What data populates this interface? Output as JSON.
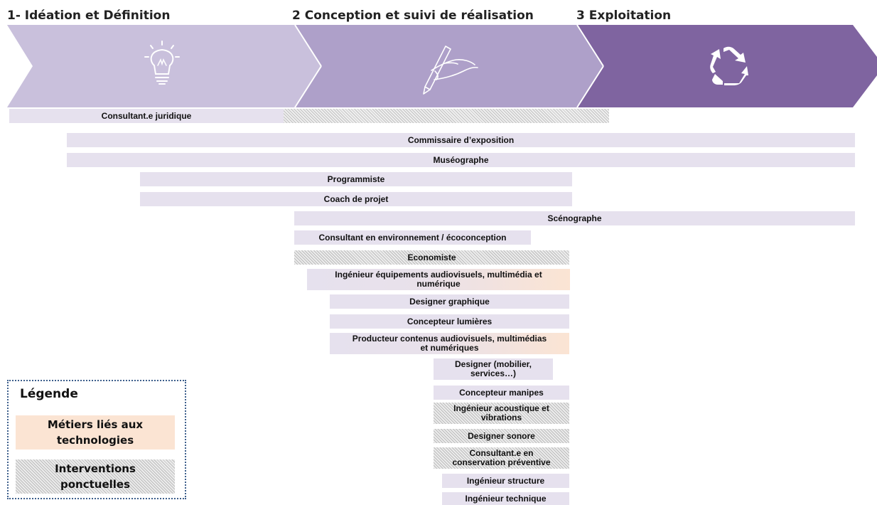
{
  "phases": [
    {
      "label": "1- Idéation et Définition",
      "icon": "lightbulb-icon",
      "color": "#c9c0dc"
    },
    {
      "label": "2 Conception et suivi de réalisation",
      "icon": "pen-hand-icon",
      "color": "#aea0c9"
    },
    {
      "label": "3 Exploitation",
      "icon": "recycle-icon",
      "color": "#7f64a0"
    }
  ],
  "roles": {
    "juridique": {
      "solid": "Consultant.e juridique"
    },
    "commissaire": "Commissaire d’exposition",
    "museographe": "Muséographe",
    "programmiste": "Programmiste",
    "coach": "Coach de projet",
    "scenographe": "Scénographe",
    "environnement": "Consultant en environnement / écoconception",
    "economiste": "Economiste",
    "audiovisuel": {
      "line1": "Ingénieur équipements audiovisuels, multimédia et",
      "line2": "numérique"
    },
    "graphique": "Designer graphique",
    "lumieres": "Concepteur lumières",
    "producteur": {
      "line1": "Producteur contenus audiovisuels, multimédias",
      "line2": "et numériques"
    },
    "designer_mobilier": {
      "line1": "Designer (mobilier,",
      "line2": "services…)"
    },
    "manipes": "Concepteur manipes",
    "acoustique": {
      "line1": "Ingénieur acoustique et",
      "line2": "vibrations"
    },
    "sonore": "Designer sonore",
    "conservation": {
      "line1": "Consultant.e en",
      "line2": "conservation préventive"
    },
    "structure": "Ingénieur structure",
    "technique": "Ingénieur technique"
  },
  "legend": {
    "title": "Légende",
    "tech_label": "Métiers liés aux technologies",
    "ponctuel_label": "Interventions ponctuelles"
  },
  "colors": {
    "bar_solid": "#e6e1ee",
    "bar_tech": "#fbe4d3",
    "legend_border": "#3d5f8c"
  }
}
